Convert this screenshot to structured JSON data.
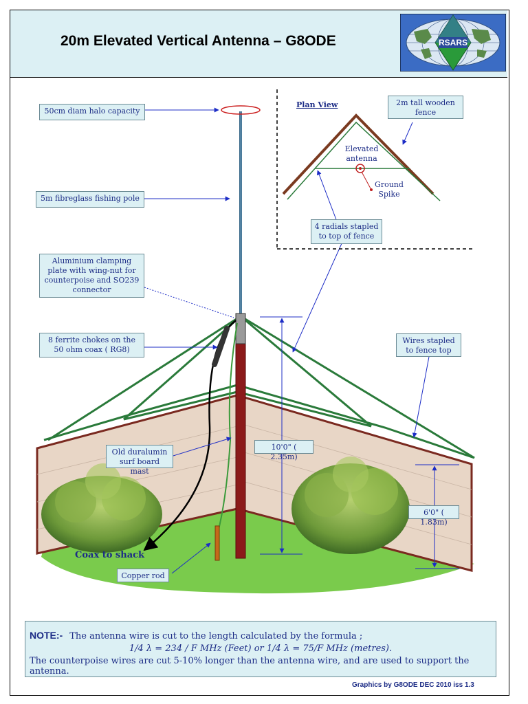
{
  "header": {
    "title": "20m Elevated Vertical Antenna – G8ODE",
    "logo_text": "RSARS"
  },
  "labels": {
    "halo": "50cm diam halo capacity",
    "pole": "5m fibreglass fishing pole",
    "plate": "Aluminium clamping plate with wing-nut for counterpoise and SO239 connector",
    "chokes": "8 ferrite chokes on the 50 ohm coax ( RG8)",
    "mast": "Old duralumin surf board mast",
    "copper": "Copper rod",
    "coax": "Coax to shack",
    "height_total": "10'0\" ( 2.35m)",
    "height_fence": "6'0\" ( 1.83m)",
    "wires": "Wires stapled to fence top",
    "fence": "2m tall wooden fence",
    "radials": "4 radials stapled to top of fence"
  },
  "plan": {
    "title": "Plan View",
    "antenna": "Elevated antenna",
    "spike": "Ground Spike"
  },
  "note": {
    "heading": "NOTE:-",
    "line1": "The antenna wire is cut to the length calculated by the formula ;",
    "formula": "1/4 λ = 234 / F MHz (Feet) or 1/4 λ = 75/F MHz (metres).",
    "line3": "The counterpoise wires are cut 5-10% longer than the antenna wire, and are used to support the antenna."
  },
  "footer": {
    "credit": "Graphics by G8ODE DEC 2010 iss 1.3"
  },
  "colors": {
    "panel": "#dcf0f4",
    "text": "#1c2c86",
    "fence_fill": "#e8d6c6",
    "fence_edge": "#7a2a20",
    "wire": "#2a7a3a",
    "lawn": "#7acb4c",
    "mast": "#8b1a1a"
  }
}
